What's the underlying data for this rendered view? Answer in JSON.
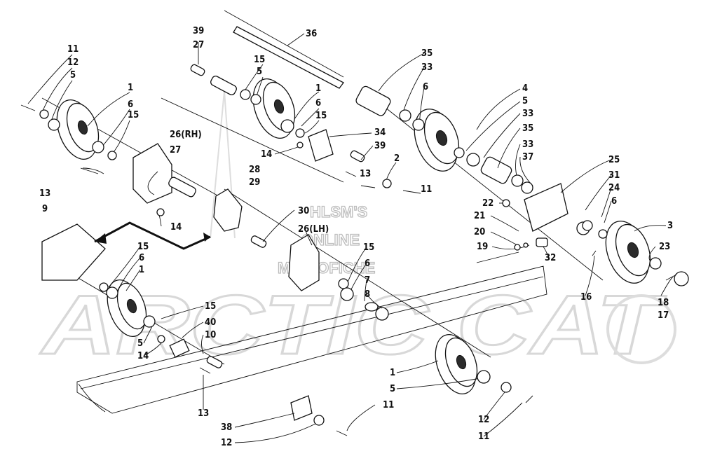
{
  "watermark": {
    "line1": "HLSM'S",
    "line2": "ONLINE",
    "line3": "MICROFICHE",
    "brand": "ARCTIC CAT"
  },
  "callouts": [
    {
      "id": "c-11a",
      "text": "11"
    },
    {
      "id": "c-12a",
      "text": "12"
    },
    {
      "id": "c-5a",
      "text": "5"
    },
    {
      "id": "c-1a",
      "text": "1"
    },
    {
      "id": "c-6a",
      "text": "6"
    },
    {
      "id": "c-15a",
      "text": "15"
    },
    {
      "id": "c-26rh",
      "text": "26(RH)"
    },
    {
      "id": "c-27a",
      "text": "27"
    },
    {
      "id": "c-13a",
      "text": "13"
    },
    {
      "id": "c-9",
      "text": "9"
    },
    {
      "id": "c-14a",
      "text": "14"
    },
    {
      "id": "c-39a",
      "text": "39"
    },
    {
      "id": "c-27b",
      "text": "27"
    },
    {
      "id": "c-15b",
      "text": "15"
    },
    {
      "id": "c-5b",
      "text": "5"
    },
    {
      "id": "c-36",
      "text": "36"
    },
    {
      "id": "c-1b",
      "text": "1"
    },
    {
      "id": "c-6b",
      "text": "6"
    },
    {
      "id": "c-15c",
      "text": "15"
    },
    {
      "id": "c-34",
      "text": "34"
    },
    {
      "id": "c-39b",
      "text": "39"
    },
    {
      "id": "c-14b",
      "text": "14"
    },
    {
      "id": "c-2",
      "text": "2"
    },
    {
      "id": "c-13b",
      "text": "13"
    },
    {
      "id": "c-11b",
      "text": "11"
    },
    {
      "id": "c-28",
      "text": "28"
    },
    {
      "id": "c-29",
      "text": "29"
    },
    {
      "id": "c-35a",
      "text": "35"
    },
    {
      "id": "c-33a",
      "text": "33"
    },
    {
      "id": "c-6c",
      "text": "6"
    },
    {
      "id": "c-4",
      "text": "4"
    },
    {
      "id": "c-5c",
      "text": "5"
    },
    {
      "id": "c-33b",
      "text": "33"
    },
    {
      "id": "c-35b",
      "text": "35"
    },
    {
      "id": "c-33c",
      "text": "33"
    },
    {
      "id": "c-37",
      "text": "37"
    },
    {
      "id": "c-25",
      "text": "25"
    },
    {
      "id": "c-31",
      "text": "31"
    },
    {
      "id": "c-24",
      "text": "24"
    },
    {
      "id": "c-6d",
      "text": "6"
    },
    {
      "id": "c-22",
      "text": "22"
    },
    {
      "id": "c-21",
      "text": "21"
    },
    {
      "id": "c-20",
      "text": "20"
    },
    {
      "id": "c-19",
      "text": "19"
    },
    {
      "id": "c-32",
      "text": "32"
    },
    {
      "id": "c-3",
      "text": "3"
    },
    {
      "id": "c-23",
      "text": "23"
    },
    {
      "id": "c-16",
      "text": "16"
    },
    {
      "id": "c-18",
      "text": "18"
    },
    {
      "id": "c-17",
      "text": "17"
    },
    {
      "id": "c-30",
      "text": "30"
    },
    {
      "id": "c-26lh",
      "text": "26(LH)"
    },
    {
      "id": "c-15d",
      "text": "15"
    },
    {
      "id": "c-6e",
      "text": "6"
    },
    {
      "id": "c-7",
      "text": "7"
    },
    {
      "id": "c-8",
      "text": "8"
    },
    {
      "id": "c-15e",
      "text": "15"
    },
    {
      "id": "c-6f",
      "text": "6"
    },
    {
      "id": "c-1c",
      "text": "1"
    },
    {
      "id": "c-15f",
      "text": "15"
    },
    {
      "id": "c-40",
      "text": "40"
    },
    {
      "id": "c-10",
      "text": "10"
    },
    {
      "id": "c-5d",
      "text": "5"
    },
    {
      "id": "c-14c",
      "text": "14"
    },
    {
      "id": "c-1d",
      "text": "1"
    },
    {
      "id": "c-5e",
      "text": "5"
    },
    {
      "id": "c-11c",
      "text": "11"
    },
    {
      "id": "c-13c",
      "text": "13"
    },
    {
      "id": "c-38",
      "text": "38"
    },
    {
      "id": "c-12b",
      "text": "12"
    },
    {
      "id": "c-12c",
      "text": "12"
    },
    {
      "id": "c-11d",
      "text": "11"
    }
  ]
}
